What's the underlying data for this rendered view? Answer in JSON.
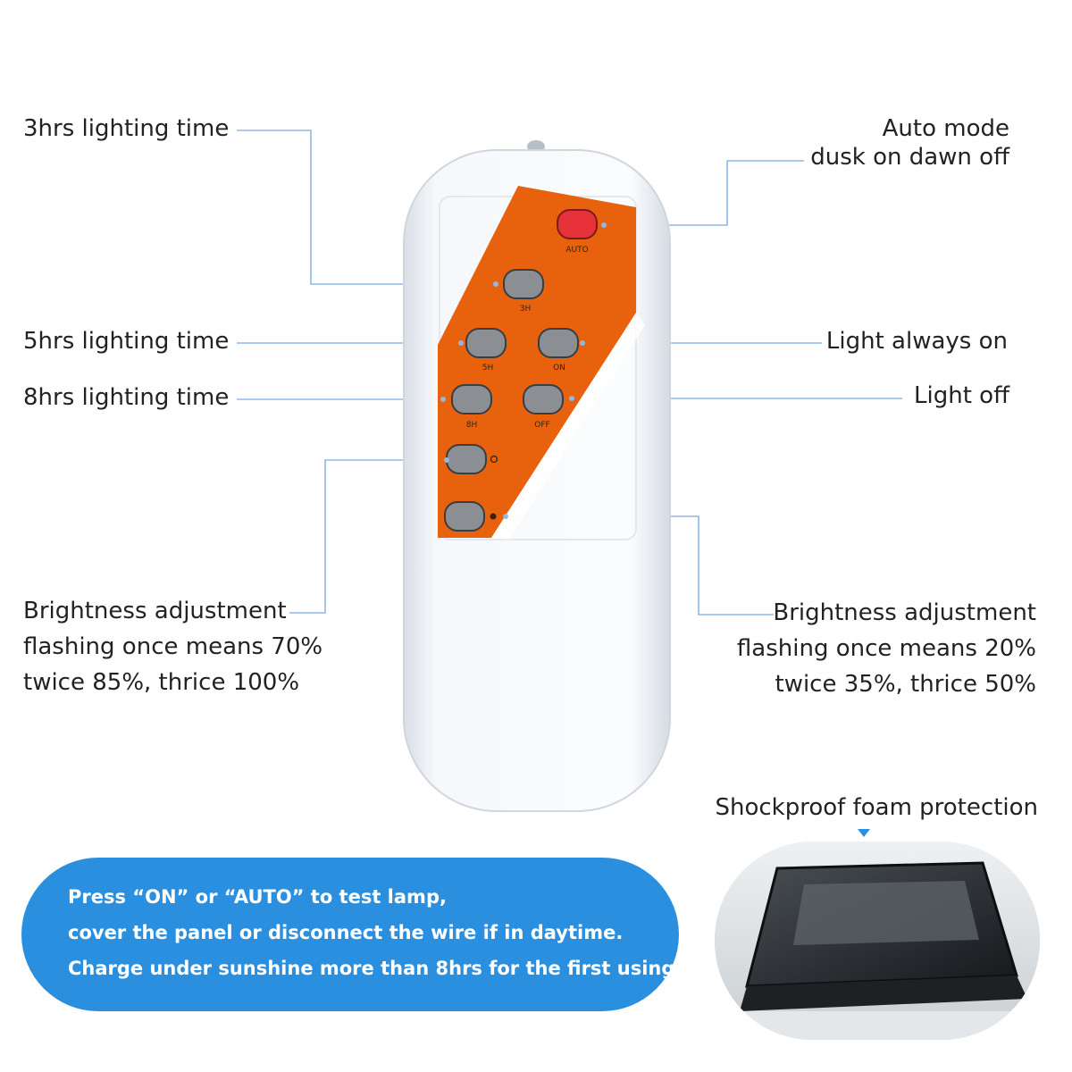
{
  "labels": {
    "left_3h": "3hrs lighting time",
    "left_5h": "5hrs lighting time",
    "left_8h": "8hrs lighting time",
    "left_bright": [
      "Brightness adjustment",
      "flashing once means 70%",
      "twice 85%, thrice 100%"
    ],
    "right_auto": [
      "Auto mode",
      "dusk on dawn off"
    ],
    "right_on": "Light always on",
    "right_off": "Light off",
    "right_bright": [
      "Brightness adjustment",
      "flashing once means 20%",
      "twice 35%, thrice 50%"
    ],
    "shockproof": "Shockproof foam protection"
  },
  "remote_buttons": {
    "auto": "AUTO",
    "b3h": "3H",
    "b5h": "5H",
    "on": "ON",
    "b8h": "8H",
    "off": "OFF"
  },
  "notice": [
    "Press “ON” or “AUTO” to test lamp,",
    "cover the panel or disconnect the wire if in daytime.",
    "Charge under sunshine more than 8hrs for the first using."
  ],
  "colors": {
    "orange": "#e8620e",
    "red_button": "#e8323a",
    "grey_button": "#8b8f93",
    "leader_line": "#8fb8e6",
    "notice_bg": "#2b8fe0"
  }
}
